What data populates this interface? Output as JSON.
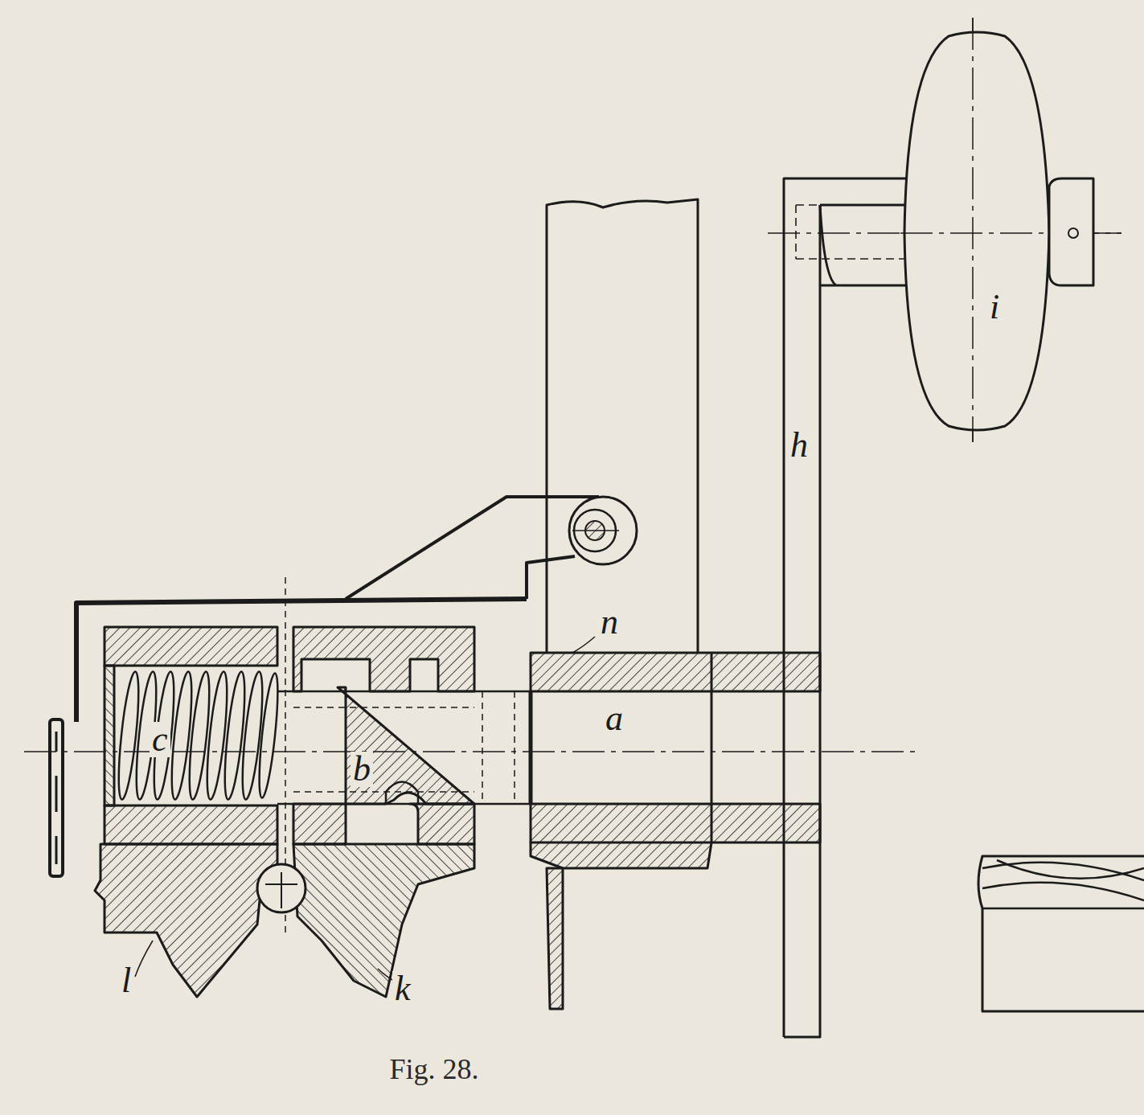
{
  "diagram": {
    "caption": "Fig. 28.",
    "labels": [
      "c",
      "b",
      "a",
      "n",
      "h",
      "i",
      "l",
      "k"
    ]
  }
}
